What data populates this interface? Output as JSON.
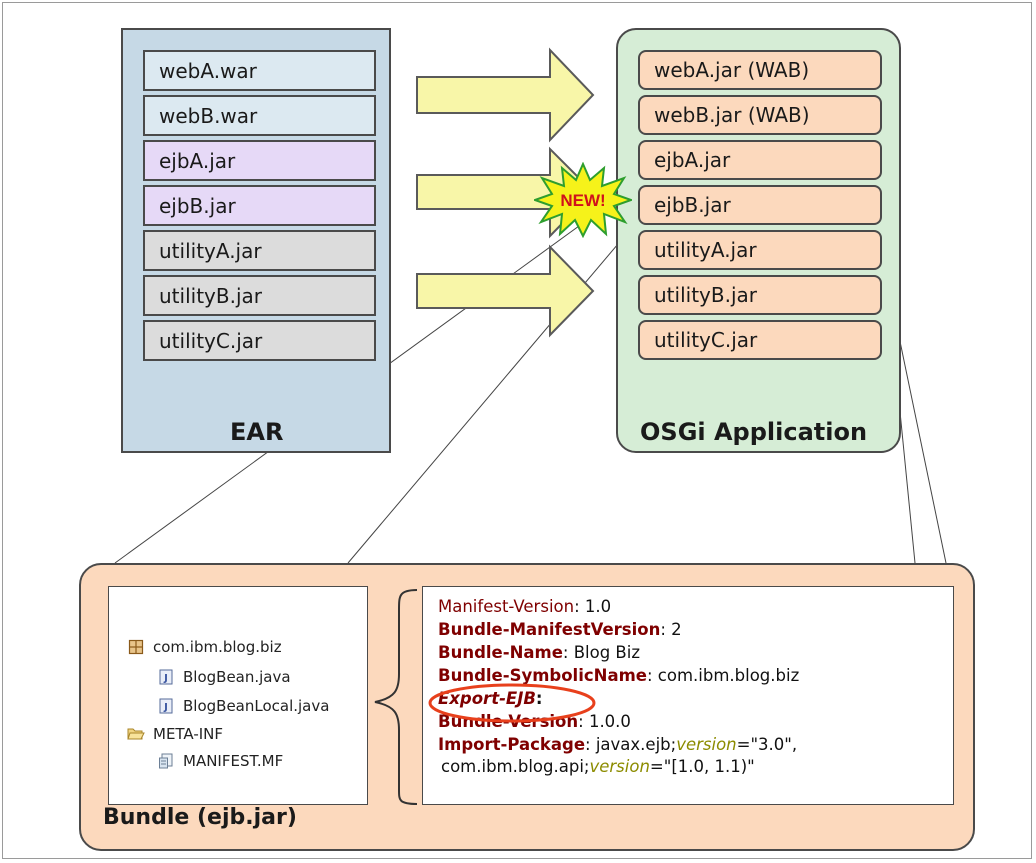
{
  "ear": {
    "label": "EAR",
    "items": [
      "webA.war",
      "webB.war",
      "ejbA.jar",
      "ejbB.jar",
      "utilityA.jar",
      "utilityB.jar",
      "utilityC.jar"
    ]
  },
  "osgi": {
    "label": "OSGi Application",
    "items": [
      "webA.jar (WAB)",
      "webB.jar (WAB)",
      "ejbA.jar",
      "ejbB.jar",
      "utilityA.jar",
      "utilityB.jar",
      "utilityC.jar"
    ]
  },
  "badge": {
    "text": "NEW!"
  },
  "bundle": {
    "label": "Bundle (ejb.jar)",
    "tree": [
      {
        "icon": "package-icon",
        "text": "com.ibm.blog.biz"
      },
      {
        "icon": "java-file-icon",
        "text": "BlogBean.java"
      },
      {
        "icon": "java-file-icon",
        "text": "BlogBeanLocal.java"
      },
      {
        "icon": "folder-open-icon",
        "text": "META-INF"
      },
      {
        "icon": "manifest-file-icon",
        "text": "MANIFEST.MF"
      }
    ],
    "manifest": {
      "l1_key": "Manifest-Version",
      "l1_val": ": 1.0",
      "l2_key": "Bundle-ManifestVersion",
      "l2_val": ": 2",
      "l3_key": "Bundle-Name",
      "l3_val": ": Blog Biz",
      "l4_key": "Bundle-SymbolicName",
      "l4_val": ": com.ibm.blog.biz",
      "l5_key": "Export-EJB",
      "l5_val": ":",
      "l6_key": "Bundle-Version",
      "l6_val": ": 1.0.0",
      "l7_key": "Import-Package",
      "l7_val": ": javax.ejb;",
      "l7_attr": "version",
      "l7_tail": "=\"3.0\",",
      "l8_head": "com.ibm.blog.api;",
      "l8_attr": "version",
      "l8_tail": "=\"[1.0, 1.1)\""
    }
  },
  "colors": {
    "ear_bg": "#c6d9e6",
    "osgi_bg": "#d6edd6",
    "bundle_bg": "#fcd9bd",
    "arrow_fill": "#f8f6a8",
    "highlight_ellipse": "#e8401c",
    "key_color": "#7f0000"
  }
}
